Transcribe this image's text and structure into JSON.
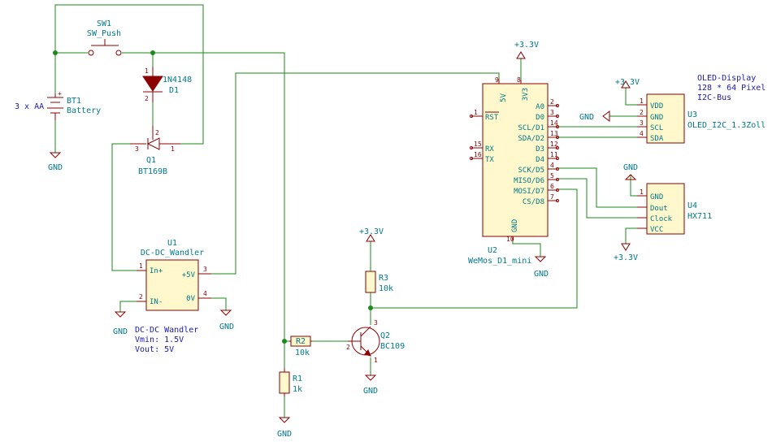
{
  "bt1": {
    "ref": "BT1",
    "value": "Battery",
    "note": "3 x AA",
    "plus": "+"
  },
  "sw1": {
    "ref": "SW1",
    "value": "SW_Push"
  },
  "d1": {
    "ref": "D1",
    "value": "1N4148",
    "p1": "1",
    "p2": "2"
  },
  "q1": {
    "ref": "Q1",
    "value": "BT169B",
    "p1": "1",
    "p2": "2",
    "p3": "3"
  },
  "u1": {
    "ref": "U1",
    "value": "DC-DC_Wandler",
    "note1": "DC-DC Wandler",
    "note2": "Vmin: 1.5V",
    "note3": "Vout: 5V",
    "pins": {
      "inp": "In+",
      "inm": "IN-",
      "p5v": "+5V",
      "p0v": "0V"
    },
    "pn": {
      "p1": "1",
      "p2": "2",
      "p3": "3",
      "p4": "4"
    }
  },
  "u2": {
    "ref": "U2",
    "value": "WeMos_D1_mini",
    "top": {
      "p5v": "5V",
      "p3v3": "3V3",
      "n9": "9",
      "n8": "8"
    },
    "left": [
      {
        "label": "RST",
        "num": "1"
      },
      {
        "label": "RX",
        "num": "15"
      },
      {
        "label": "TX",
        "num": "16"
      }
    ],
    "right": [
      {
        "label": "A0",
        "num": "2"
      },
      {
        "label": "D0",
        "num": "3"
      },
      {
        "label": "SCL/D1",
        "num": "14"
      },
      {
        "label": "SDA/D2",
        "num": "13"
      },
      {
        "label": "D3",
        "num": "12"
      },
      {
        "label": "D4",
        "num": "11"
      },
      {
        "label": "SCK/D5",
        "num": "4"
      },
      {
        "label": "MISO/D6",
        "num": "5"
      },
      {
        "label": "MOSI/D7",
        "num": "6"
      },
      {
        "label": "CS/D8",
        "num": "7"
      }
    ],
    "gnd": "GND",
    "gndnum": "10"
  },
  "u3": {
    "ref": "U3",
    "value": "OLED_I2C_1.3Zoll",
    "note1": "OLED-Display",
    "note2": "128 * 64 Pixel",
    "note3": "I2C-Bus",
    "pins": [
      {
        "label": "VDD",
        "num": "1"
      },
      {
        "label": "GND",
        "num": "2"
      },
      {
        "label": "SCL",
        "num": "3"
      },
      {
        "label": "SDA",
        "num": "4"
      }
    ]
  },
  "u4": {
    "ref": "U4",
    "value": "HX711",
    "pins": [
      {
        "label": "GND",
        "num": "1"
      },
      {
        "label": "Dout",
        "num": ""
      },
      {
        "label": "Clock",
        "num": ""
      },
      {
        "label": "VCC",
        "num": ""
      }
    ]
  },
  "r1": {
    "ref": "R1",
    "value": "1k"
  },
  "r2": {
    "ref": "R2",
    "value": "10k"
  },
  "r3": {
    "ref": "R3",
    "value": "10k"
  },
  "q2": {
    "ref": "Q2",
    "value": "BC109",
    "p1": "1",
    "p2": "2",
    "p3": "3"
  },
  "power": {
    "gnd": "GND",
    "v33": "+3.3V"
  }
}
